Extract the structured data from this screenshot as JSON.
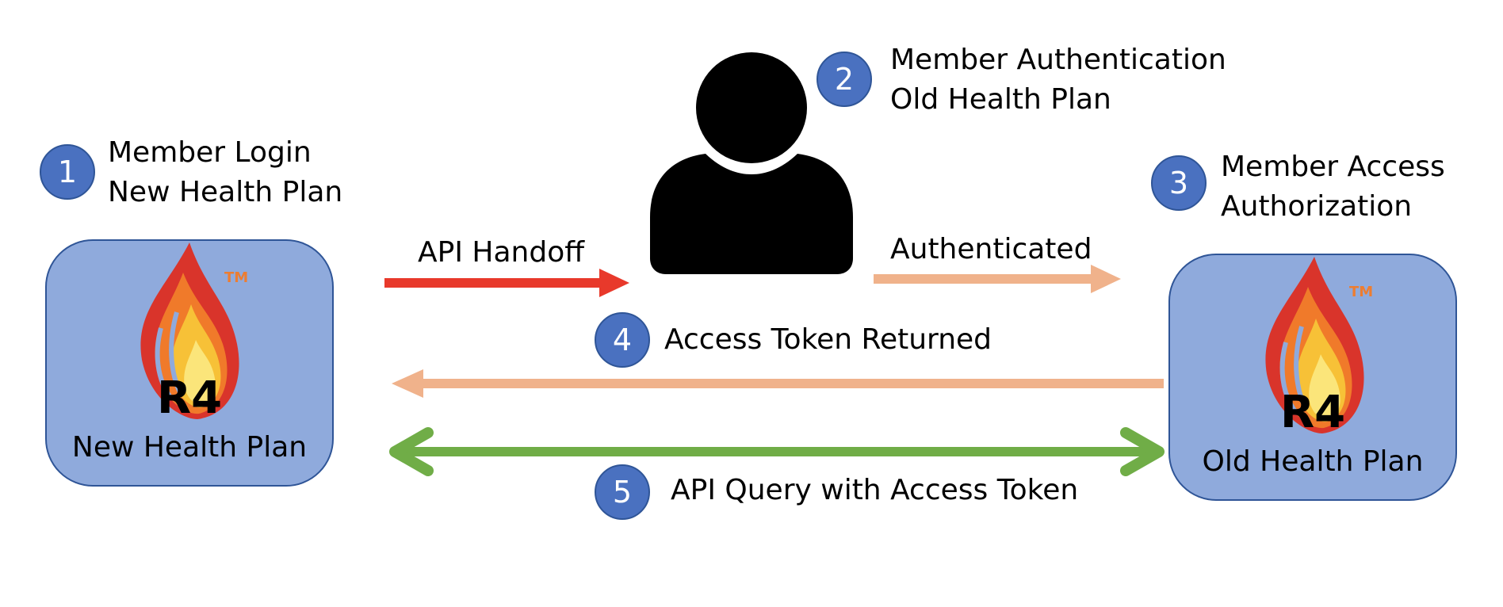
{
  "steps": [
    {
      "number": "1",
      "line1": "Member Login",
      "line2": "New Health Plan"
    },
    {
      "number": "2",
      "line1": "Member Authentication",
      "line2": "Old Health Plan"
    },
    {
      "number": "3",
      "line1": "Member Access",
      "line2": "Authorization"
    },
    {
      "number": "4",
      "label": "Access Token Returned"
    },
    {
      "number": "5",
      "label": "API Query with Access Token"
    }
  ],
  "plans": {
    "new": {
      "brand": "R4",
      "tm": "TM",
      "name": "New Health Plan"
    },
    "old": {
      "brand": "R4",
      "tm": "TM",
      "name": "Old Health Plan"
    }
  },
  "arrows": {
    "handoff": {
      "label": "API Handoff",
      "color": "#e8392b"
    },
    "authenticated": {
      "label": "Authenticated",
      "color": "#f0b28b"
    },
    "token_returned": {
      "color": "#f0b28b"
    },
    "api_query": {
      "color": "#70ad47"
    }
  },
  "person": {
    "icon": "user-icon",
    "color": "#000000"
  },
  "colors": {
    "badge": "#4a71c0",
    "plan_box": "#8faadc",
    "plan_border": "#2f5597",
    "tm": "#ed7d31"
  }
}
